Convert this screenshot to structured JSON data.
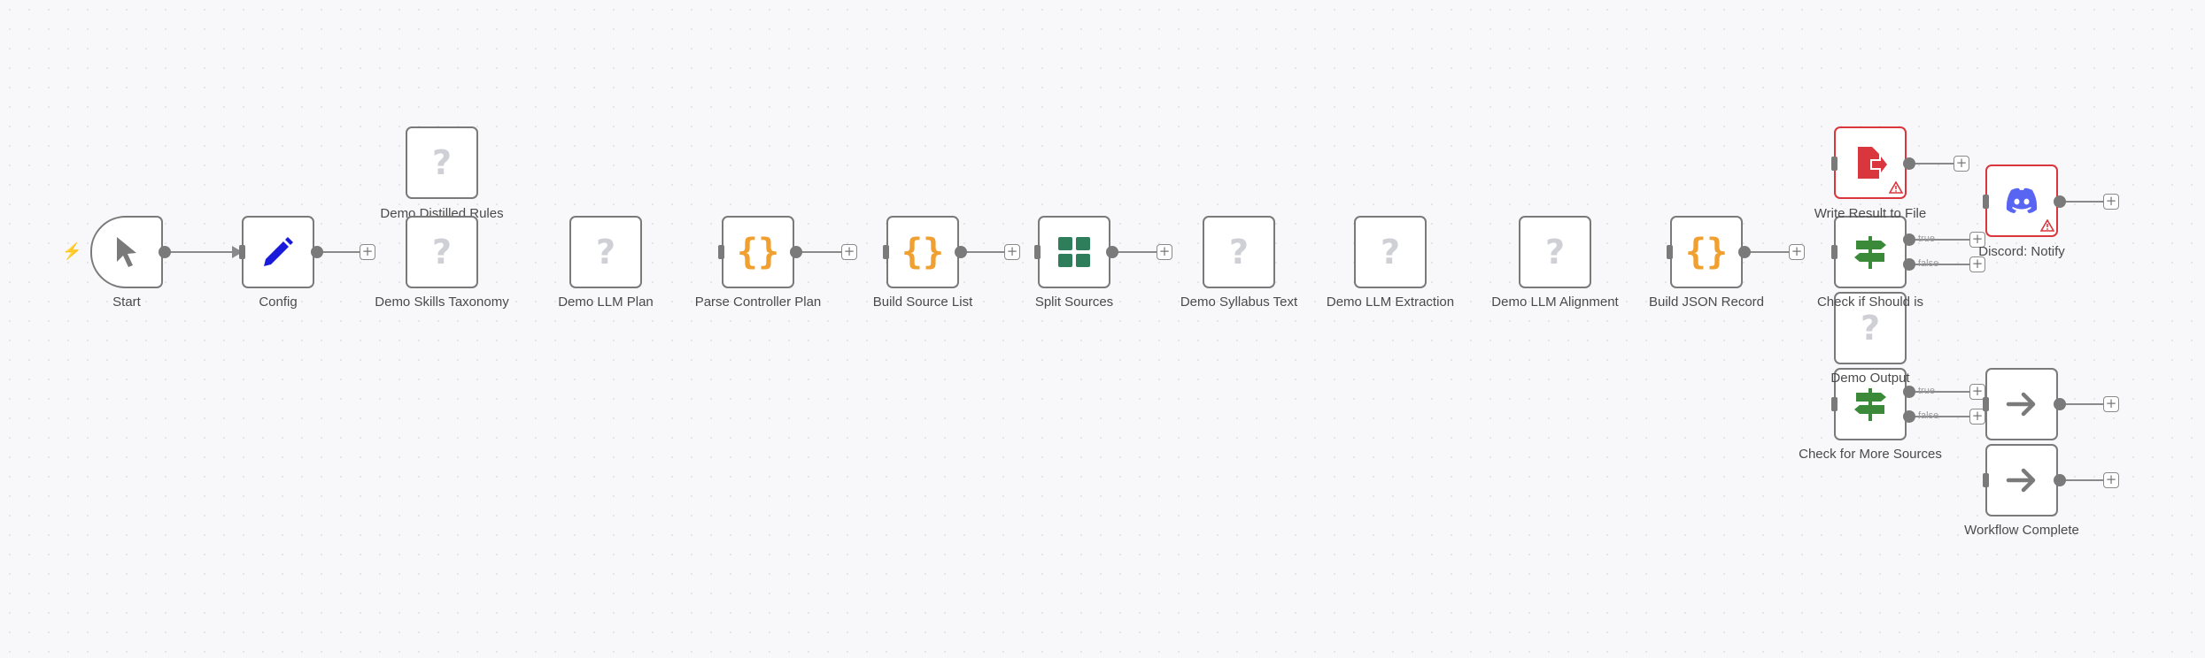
{
  "canvas": {
    "nodes": [
      {
        "id": "start",
        "label": "Start",
        "icon": "cursor-icon",
        "kind": "trigger"
      },
      {
        "id": "config",
        "label": "Config",
        "icon": "pencil-icon"
      },
      {
        "id": "demo-distilled-rules",
        "label": "Demo Distilled Rules",
        "icon": "question-icon"
      },
      {
        "id": "demo-skills-taxonomy",
        "label": "Demo Skills Taxonomy",
        "icon": "question-icon"
      },
      {
        "id": "demo-llm-plan",
        "label": "Demo LLM Plan",
        "icon": "question-icon"
      },
      {
        "id": "parse-controller-plan",
        "label": "Parse Controller Plan",
        "icon": "code-braces-icon"
      },
      {
        "id": "build-source-list",
        "label": "Build Source List",
        "icon": "code-braces-icon"
      },
      {
        "id": "split-sources",
        "label": "Split Sources",
        "icon": "split-grid-icon"
      },
      {
        "id": "demo-syllabus-text",
        "label": "Demo Syllabus Text",
        "icon": "question-icon"
      },
      {
        "id": "demo-llm-extraction",
        "label": "Demo LLM Extraction",
        "icon": "question-icon"
      },
      {
        "id": "demo-llm-alignment",
        "label": "Demo LLM Alignment",
        "icon": "question-icon"
      },
      {
        "id": "build-json-record",
        "label": "Build JSON Record",
        "icon": "code-braces-icon"
      },
      {
        "id": "write-result-to-file",
        "label": "Write Result to File",
        "icon": "file-export-icon",
        "status": "error"
      },
      {
        "id": "check-if-should-is",
        "label": "Check if Should is",
        "icon": "signpost-icon"
      },
      {
        "id": "demo-output",
        "label": "Demo Output",
        "icon": "question-icon"
      },
      {
        "id": "check-for-more-sources",
        "label": "Check for More Sources",
        "icon": "signpost-icon"
      },
      {
        "id": "discord-notify",
        "label": "Discord: Notify",
        "icon": "discord-icon",
        "status": "error"
      },
      {
        "id": "loop-back",
        "label": "",
        "icon": "arrow-right-icon"
      },
      {
        "id": "workflow-complete",
        "label": "Workflow Complete",
        "icon": "arrow-right-icon"
      }
    ],
    "branch_labels": {
      "true_label": "true",
      "false_label": "false"
    },
    "colors": {
      "node_border": "#7a7a7a",
      "error_border": "#d9363e",
      "pencil": "#1a1adb",
      "braces": "#f0a030",
      "split": "#2e7d5b",
      "signpost": "#3a8a3a",
      "discord": "#5865f2",
      "file": "#d9363e"
    }
  }
}
